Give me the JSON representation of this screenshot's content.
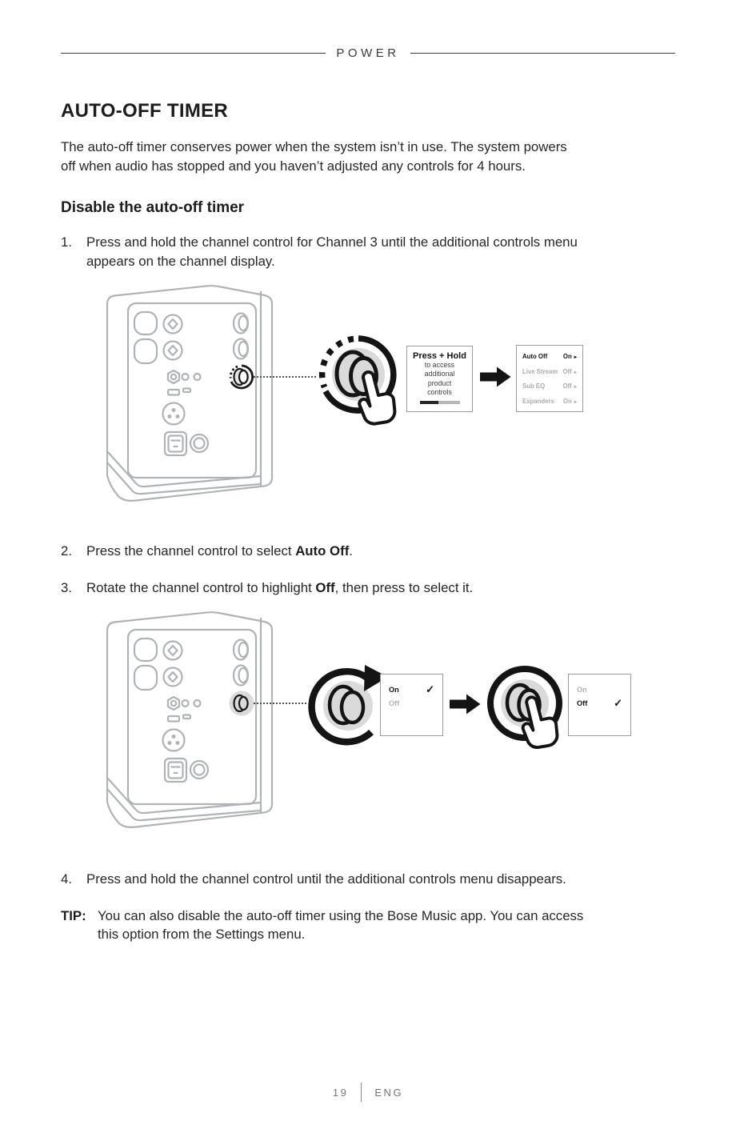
{
  "header": {
    "section": "POWER"
  },
  "title": "AUTO-OFF TIMER",
  "intro": {
    "line1": "The auto-off timer conserves power when the system isn’t in use. The system powers",
    "line2": "off when audio has stopped and you haven’t adjusted any controls for 4 hours."
  },
  "subheading": "Disable the auto-off timer",
  "steps": [
    {
      "num": "1.",
      "pre": "Press and hold the channel control for Channel 3 until the additional controls menu",
      "line2": "appears on the channel display."
    },
    {
      "num": "2.",
      "pre": "Press the channel control to select ",
      "bold": "Auto Off",
      "post": "."
    },
    {
      "num": "3.",
      "pre": "Rotate the channel control to highlight ",
      "bold": "Off",
      "post": ", then press to select it."
    },
    {
      "num": "4.",
      "pre": "Press and hold the channel control until the additional controls menu disappears."
    }
  ],
  "figure1": {
    "press_hold_box": {
      "title": "Press + Hold",
      "line1": "to access",
      "line2": "additional",
      "line3": "product",
      "line4": "controls",
      "progress_percent": 46
    },
    "menu": {
      "caret": "▸",
      "items": [
        {
          "label": "Auto Off",
          "value": "On",
          "active": true
        },
        {
          "label": "Live Stream",
          "value": "Off",
          "active": false
        },
        {
          "label": "Sub EQ",
          "value": "Off",
          "active": false
        },
        {
          "label": "Expanders",
          "value": "On",
          "active": false
        }
      ]
    }
  },
  "figure2": {
    "check": "✓",
    "before_menu": {
      "rows": [
        {
          "label": "On",
          "checked": true
        },
        {
          "label": "Off",
          "checked": false
        }
      ]
    },
    "after_menu": {
      "rows": [
        {
          "label": "On",
          "checked": false
        },
        {
          "label": "Off",
          "checked": true
        }
      ]
    }
  },
  "tip": {
    "label": "TIP:",
    "line1": "You can also disable the auto-off timer using the Bose Music app. You can access",
    "line2": "this option from the Settings menu."
  },
  "footer": {
    "page_number": "19",
    "language": "ENG"
  },
  "colors": {
    "ink": "#141414",
    "text": "#262626",
    "muted": "#ababab",
    "outline_gray": "#b0b3b5",
    "highlight_gray": "#dadada"
  }
}
